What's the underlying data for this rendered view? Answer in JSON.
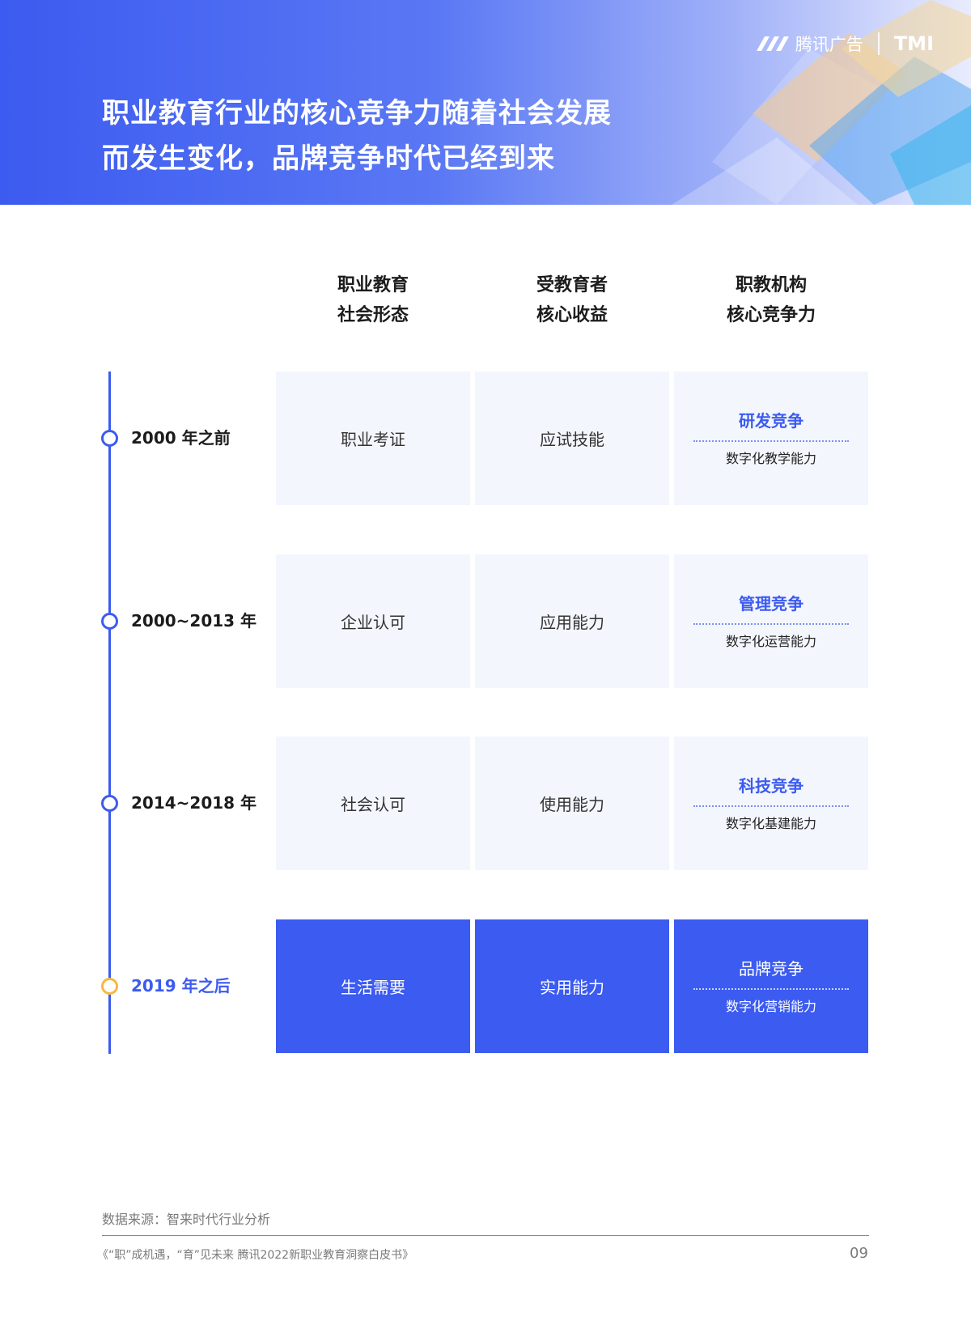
{
  "header": {
    "title_line1": "职业教育行业的核心竞争力随着社会发展",
    "title_line2": "而发生变化，品牌竞争时代已经到来",
    "logo_tencent_text": "腾讯广告",
    "logo_tmi_text": "TMI"
  },
  "columns": [
    {
      "line1": "职业教育",
      "line2": "社会形态"
    },
    {
      "line1": "受教育者",
      "line2": "核心收益"
    },
    {
      "line1": "职教机构",
      "line2": "核心竞争力"
    }
  ],
  "rows": [
    {
      "period": "2000 年之前",
      "social_form": "职业考证",
      "benefit": "应试技能",
      "competition": "研发竞争",
      "capability": "数字化教学能力",
      "current": false
    },
    {
      "period": "2000~2013 年",
      "social_form": "企业认可",
      "benefit": "应用能力",
      "competition": "管理竞争",
      "capability": "数字化运营能力",
      "current": false
    },
    {
      "period": "2014~2018 年",
      "social_form": "社会认可",
      "benefit": "使用能力",
      "competition": "科技竞争",
      "capability": "数字化基建能力",
      "current": false
    },
    {
      "period": "2019 年之后",
      "social_form": "生活需要",
      "benefit": "实用能力",
      "competition": "品牌竞争",
      "capability": "数字化营销能力",
      "current": true
    }
  ],
  "footer": {
    "source": "数据来源：智来时代行业分析",
    "book_title": "《“职”成机遇，“育”见未来 腾讯2022新职业教育洞察白皮书》",
    "page_number": "09"
  },
  "colors": {
    "accent": "#3c5bf0",
    "cell_bg": "#f3f6fd",
    "current_dot": "#f5b940"
  }
}
